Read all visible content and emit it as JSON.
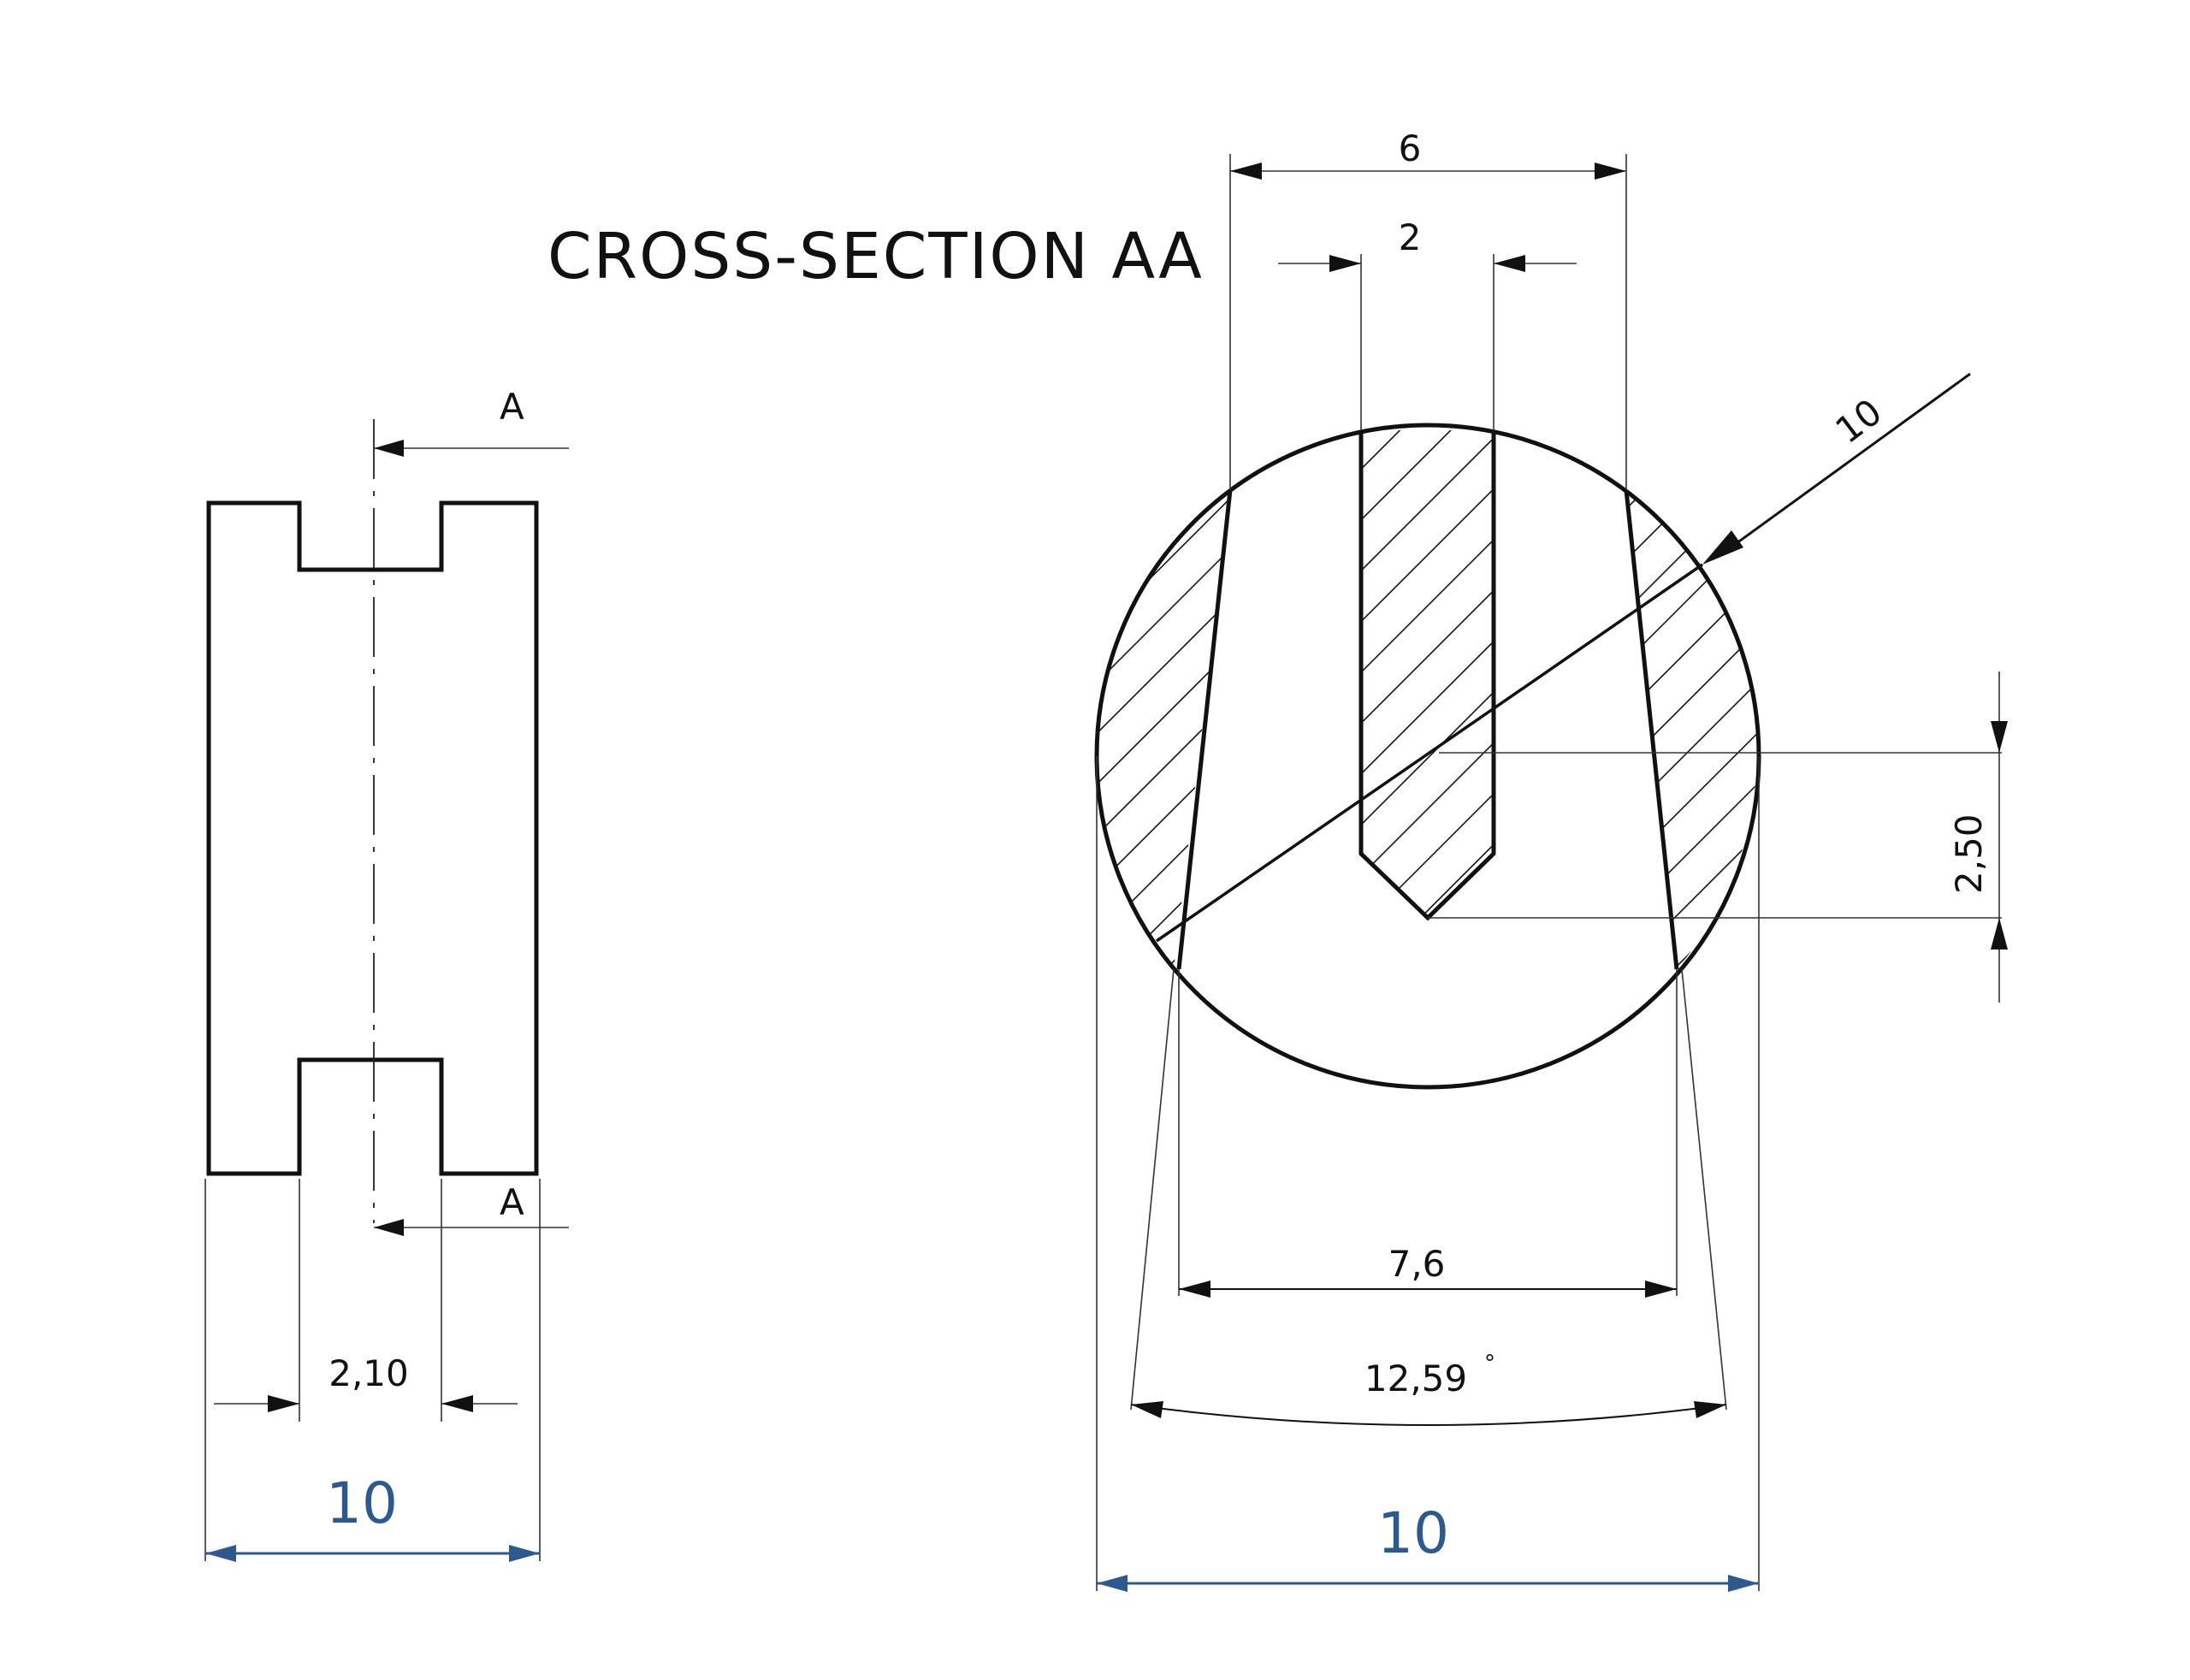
{
  "title": "CROSS-SECTION AA",
  "side_view": {
    "section_label_top": "A",
    "section_label_bottom": "A",
    "slot_width": "2,10",
    "overall_width": "10"
  },
  "cross_section": {
    "outer_slot_width": "6",
    "inner_slot_width": "2",
    "radius_label": "10",
    "depth_label": "2,50",
    "bottom_width": "7,6",
    "angle_label": "12,59",
    "angle_unit": "°",
    "overall_width": "10"
  },
  "colors": {
    "line": "#111111",
    "accent_dimension": "#2c5a8f"
  }
}
